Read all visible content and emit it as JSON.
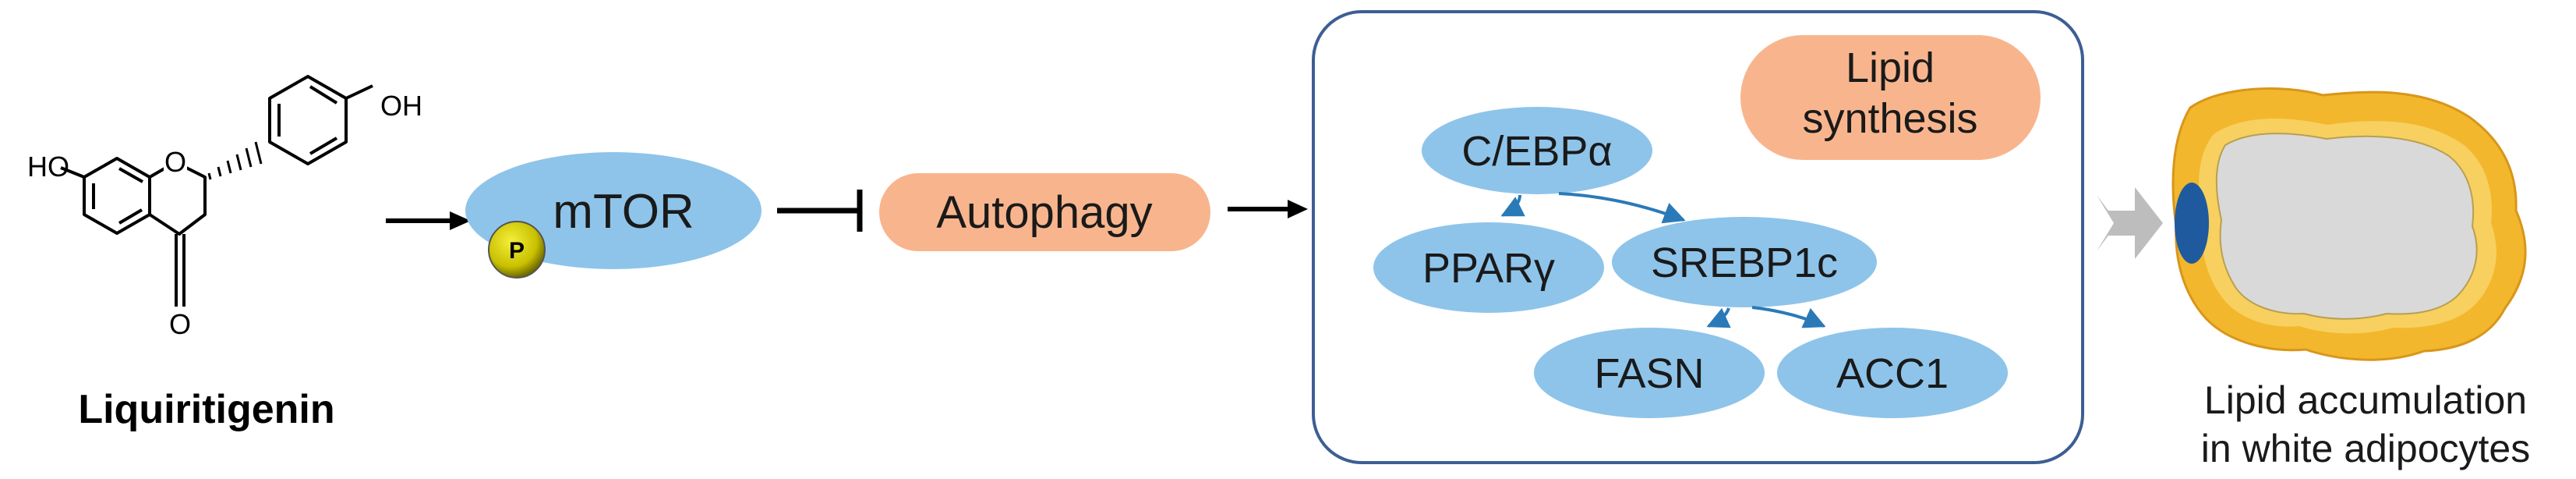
{
  "molecule": {
    "name": "Liquiritigenin",
    "atoms": {
      "ho_left": "HO",
      "oh_right": "OH",
      "ring_o": "O",
      "carbonyl_o": "O"
    }
  },
  "nodes": {
    "phospho": "P",
    "mtor": "mTOR",
    "autophagy": "Autophagy",
    "lipid_synthesis_line1": "Lipid",
    "lipid_synthesis_line2": "synthesis",
    "cebpa": "C/EBPα",
    "ppary": "PPARγ",
    "srebp1c": "SREBP1c",
    "fasn": "FASN",
    "acc1": "ACC1"
  },
  "outcome": {
    "line1": "Lipid accumulation",
    "line2": "in white adipocytes"
  },
  "colors": {
    "blue_node": "#8ec4ea",
    "orange_node": "#f8b58d",
    "panel_border": "#3d5e94",
    "small_arrow": "#2a7ab8",
    "big_arrow": "#bdbdbd",
    "cell_outer": "#f2b72c",
    "cell_inner": "#f7d060",
    "lipid_droplet": "#d9d9d9",
    "nucleus": "#1f5a9e",
    "phospho_ball": "#d9d200"
  }
}
